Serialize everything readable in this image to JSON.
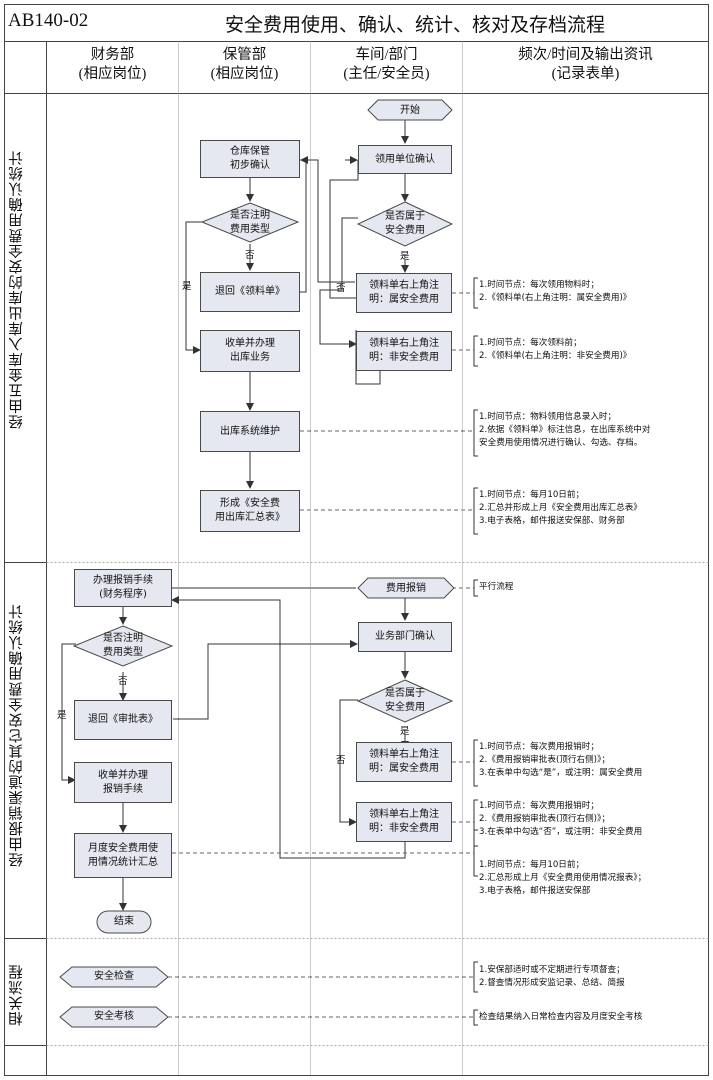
{
  "header": {
    "code": "AB140-02",
    "title": "安全费用使用、确认、统计、核对及存档流程"
  },
  "columns": [
    {
      "line1": "财务部",
      "line2": "(相应岗位)"
    },
    {
      "line1": "保管部",
      "line2": "(相应岗位)"
    },
    {
      "line1": "车间/部门",
      "line2": "(主任/安全员)"
    },
    {
      "line1": "频次/时间及输出资讯",
      "line2": "(记录表单)"
    }
  ],
  "lanes": {
    "lane1": "经由五金库入库出库的安全费用确认统计",
    "lane2": "经由报销渠道的其它安全费用确认统计",
    "lane3": "相关流程"
  },
  "nodes": {
    "start": "开始",
    "n_confirm": "领用单位确认",
    "n_warehouse_l1": "仓库保管",
    "n_warehouse_l2": "初步确认",
    "d_belong_l1": "是否属于",
    "d_belong_l2": "安全费用",
    "d_marked_l1": "是否注明",
    "d_marked_l2": "费用类型",
    "n_return": "退回《领料单》",
    "n_mark_safe_l1": "领料单右上角注",
    "n_mark_safe_l2": "明：属安全费用",
    "n_receive_l1": "收单并办理",
    "n_receive_l2": "出库业务",
    "n_mark_nonsafe_l1": "领料单右上角注",
    "n_mark_nonsafe_l2": "明：非安全费用",
    "n_system": "出库系统维护",
    "n_form_l1": "形成《安全费",
    "n_form_l2": "用出库汇总表》",
    "n_claim_l1": "办理报销手续",
    "n_claim_l2": "(财务程序)",
    "n_expense": "费用报销",
    "n_dept_confirm": "业务部门确认",
    "d2_marked_l1": "是否注明",
    "d2_marked_l2": "费用类型",
    "d2_belong_l1": "是否属于",
    "d2_belong_l2": "安全费用",
    "n_return2": "退回《审批表》",
    "n2_mark_safe_l1": "领料单右上角注",
    "n2_mark_safe_l2": "明：属安全费用",
    "n_receive2_l1": "收单并办理",
    "n_receive2_l2": "报销手续",
    "n2_mark_nonsafe_l1": "领料单右上角注",
    "n2_mark_nonsafe_l2": "明：非安全费用",
    "n_monthly_l1": "月度安全费用使",
    "n_monthly_l2": "用情况统计汇总",
    "end": "结束",
    "safety_check": "安全检查",
    "safety_assess": "安全考核"
  },
  "edge_labels": {
    "yes": "是",
    "no": "否"
  },
  "notes": {
    "note1": [
      "1.时间节点：每次领用物料时；",
      "2.《领料单(右上角注明：属安全费用)》"
    ],
    "note2": [
      "1.时间节点：每次领料前；",
      "2.《领料单(右上角注明：非安全费用)》"
    ],
    "note3": [
      "1.时间节点：物料领用信息录入时；",
      "2.依据《领料单》标注信息，在出库系统中对",
      "安全费用使用情况进行确认、勾选、存档。"
    ],
    "note4": [
      "1.时间节点：每月10日前；",
      "2.汇总并形成上月《安全费用出库汇总表》",
      "3.电子表格，邮件报送安保部、财务部"
    ],
    "note5": [
      "平行流程"
    ],
    "note6": [
      "1.时间节点：每次费用报销时；",
      "2.《费用报销审批表(顶行右侧)》；",
      "3.在表单中勾选“是”，或注明：属安全费用"
    ],
    "note7": [
      "1.时间节点：每次费用报销时；",
      "2.《费用报销审批表(顶行右侧)》；",
      "3.在表单中勾选“否”，或注明：非安全费用"
    ],
    "note8": [
      "1.时间节点：每月10日前；",
      "2.汇总形成上月《安全费用使用情况报表》；",
      "3.电子表格，邮件报送安保部"
    ],
    "note9": [
      "1.安保部适时或不定期进行专项督查；",
      "2.督查情况形成安监记录、总结、简报"
    ],
    "note10": [
      "检查结果纳入日常检查内容及月度安全考核"
    ]
  },
  "colors": {
    "node_fill": "#e5e8f0",
    "node_stroke": "#4a4a4a",
    "line": "#333333",
    "grid": "#888888"
  }
}
